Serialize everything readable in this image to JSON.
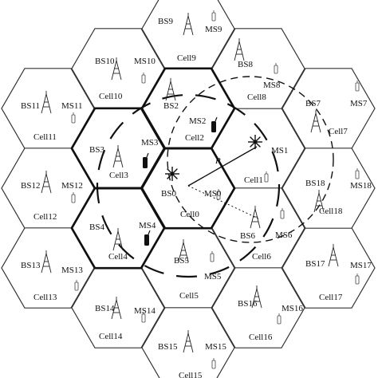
{
  "cells": [
    {
      "id": "0",
      "bs": "BS0",
      "ms": "MS0",
      "cell": "Cell0"
    },
    {
      "id": "1",
      "bs": "",
      "ms": "MS1",
      "cell": "Cell1"
    },
    {
      "id": "2",
      "bs": "BS2",
      "ms": "MS2",
      "cell": "Cell2"
    },
    {
      "id": "3",
      "bs": "BS3",
      "ms": "MS3",
      "cell": "Cell3"
    },
    {
      "id": "4",
      "bs": "BS4",
      "ms": "MS4",
      "cell": "Cell4"
    },
    {
      "id": "5",
      "bs": "BS5",
      "ms": "MS5",
      "cell": "Cell5"
    },
    {
      "id": "6",
      "bs": "BS6",
      "ms": "MS6",
      "cell": "Cell6"
    },
    {
      "id": "7",
      "bs": "BS7",
      "ms": "MS7",
      "cell": "Cell7"
    },
    {
      "id": "8",
      "bs": "BS8",
      "ms": "MS8",
      "cell": "Cell8"
    },
    {
      "id": "9",
      "bs": "BS9",
      "ms": "MS9",
      "cell": "Cell9"
    },
    {
      "id": "10",
      "bs": "BS10",
      "ms": "MS10",
      "cell": "Cell10"
    },
    {
      "id": "11",
      "bs": "BS11",
      "ms": "MS11",
      "cell": "Cell11"
    },
    {
      "id": "12",
      "bs": "BS12",
      "ms": "MS12",
      "cell": "Cell12"
    },
    {
      "id": "13",
      "bs": "BS13",
      "ms": "MS13",
      "cell": "Cell13"
    },
    {
      "id": "14",
      "bs": "BS14",
      "ms": "MS14",
      "cell": "Cell14"
    },
    {
      "id": "15",
      "bs": "BS15",
      "ms": "MS15",
      "cell": "Cell15"
    },
    {
      "id": "16",
      "bs": "BS16",
      "ms": "MS16",
      "cell": "Cell16"
    },
    {
      "id": "17",
      "bs": "BS17",
      "ms": "MS17",
      "cell": "Cell17"
    },
    {
      "id": "18",
      "bs": "BS18",
      "ms": "MS18",
      "cell": "Cell18"
    }
  ],
  "radius_label": "R",
  "colors": {
    "stroke": "#111111",
    "fill": "#ffffff"
  },
  "icons": [
    "tower-icon",
    "mobile-station-icon",
    "base-station-star-icon"
  ]
}
